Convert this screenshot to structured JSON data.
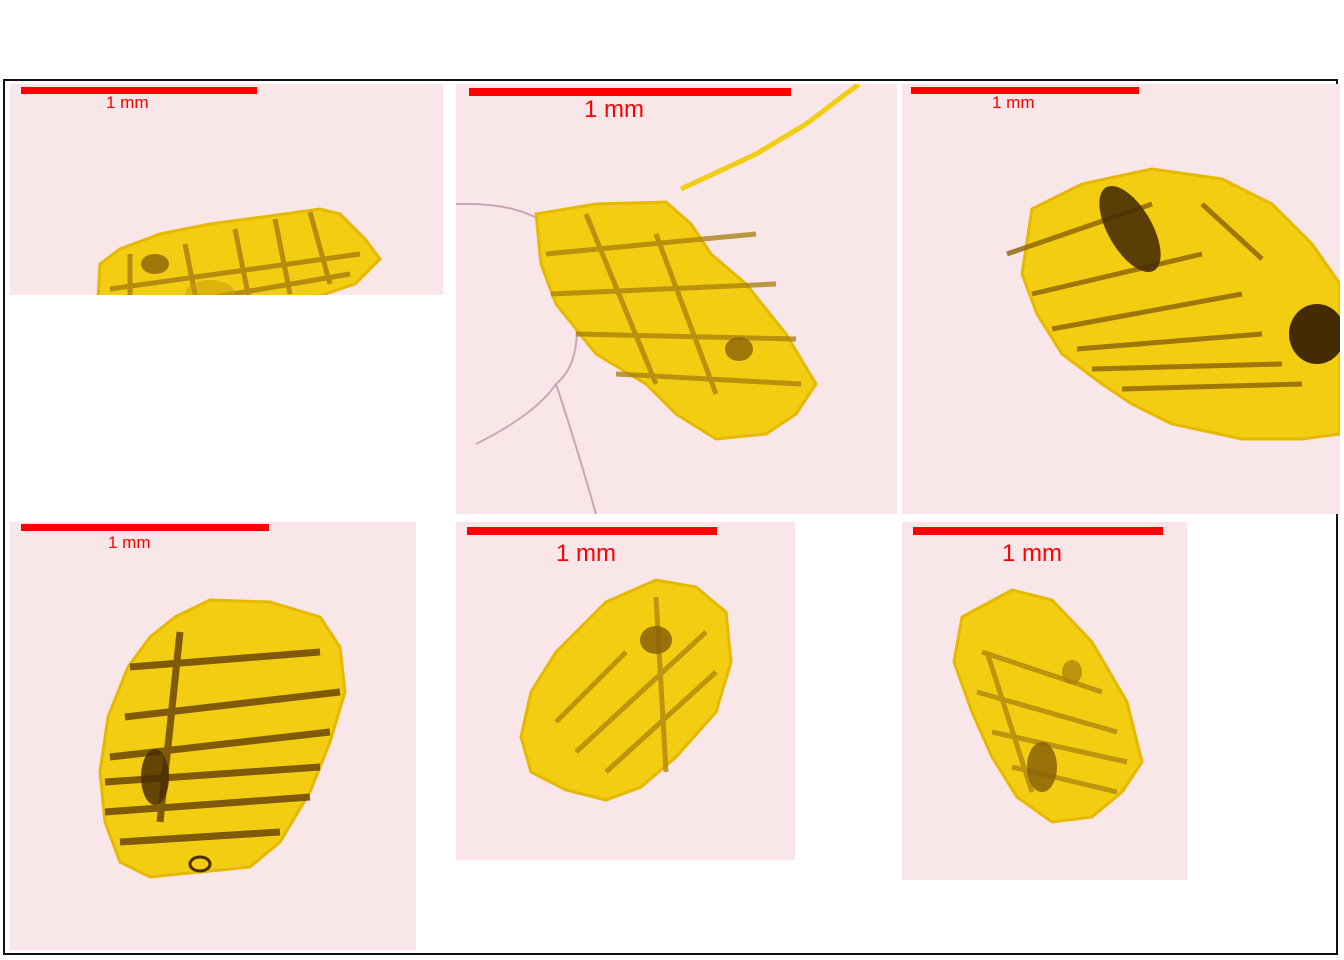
{
  "figure": {
    "panels": [
      {
        "scale_label": "1 mm"
      },
      {
        "scale_label": "1 mm"
      },
      {
        "scale_label": "1 mm"
      },
      {
        "scale_label": "1 mm"
      },
      {
        "scale_label": "1 mm"
      },
      {
        "scale_label": "1 mm"
      }
    ]
  },
  "colors": {
    "background": "#f9e6e9",
    "specimen_fill": "#f2cd12",
    "specimen_vein": "#8a6208",
    "specimen_dark": "#4a2d05",
    "scale_bar": "#ff0000"
  }
}
